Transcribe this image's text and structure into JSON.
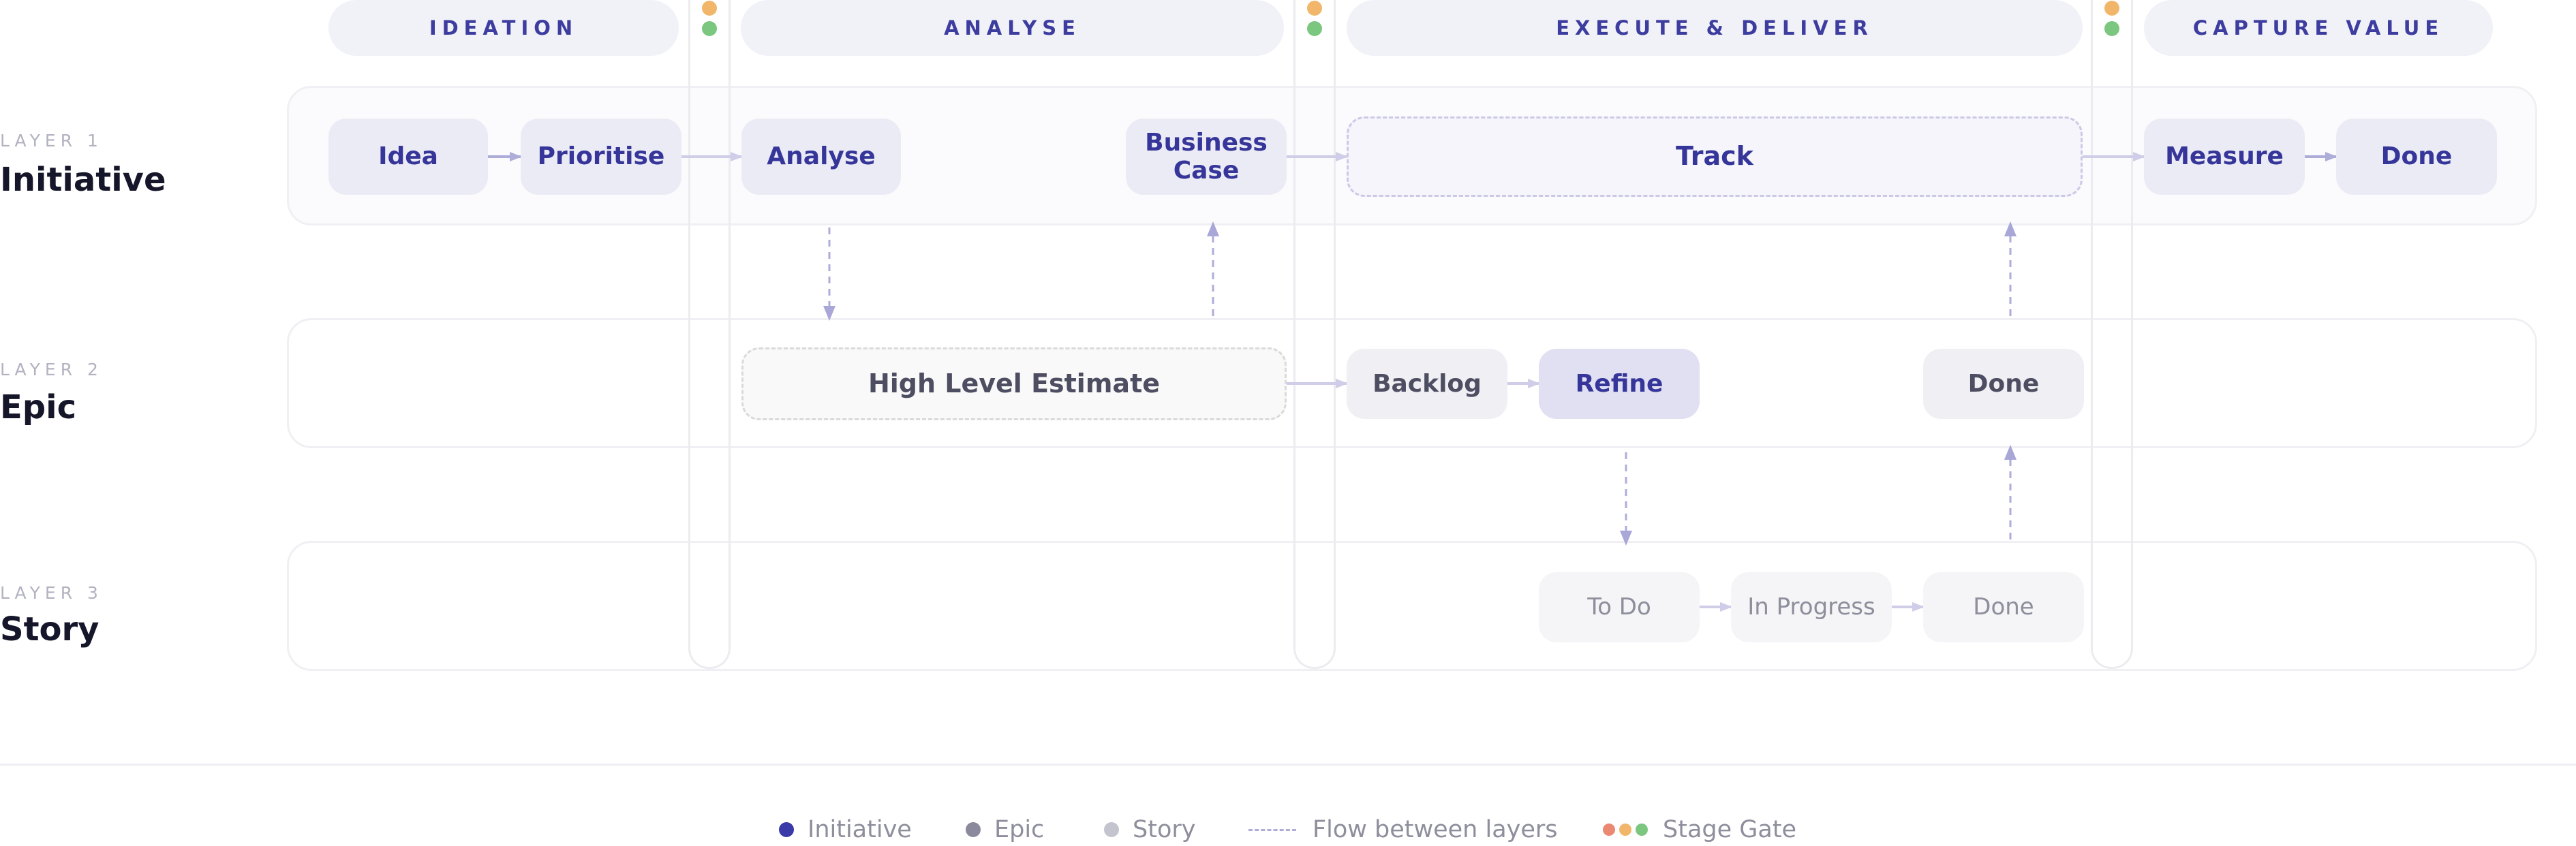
{
  "phases": {
    "ideation": "IDEATION",
    "analyse": "ANALYSE",
    "execute": "EXECUTE & DELIVER",
    "capture": "CAPTURE VALUE"
  },
  "layers": {
    "l1": {
      "tag": "LAYER 1",
      "name": "Initiative"
    },
    "l2": {
      "tag": "LAYER 2",
      "name": "Epic"
    },
    "l3": {
      "tag": "LAYER 3",
      "name": "Story"
    }
  },
  "nodes": {
    "idea": "Idea",
    "prioritise": "Prioritise",
    "analyse": "Analyse",
    "business_case": "Business Case",
    "track": "Track",
    "measure": "Measure",
    "done_initiative": "Done",
    "high_level_estimate": "High Level Estimate",
    "backlog": "Backlog",
    "refine": "Refine",
    "done_epic": "Done",
    "todo": "To Do",
    "in_progress": "In Progress",
    "done_story": "Done"
  },
  "legend": {
    "initiative": "Initiative",
    "epic": "Epic",
    "story": "Story",
    "flow": "Flow between layers",
    "gate": "Stage Gate"
  },
  "colors": {
    "initiative": "#3a3aa8",
    "epic": "#8a8a9c",
    "story": "#c4c4cf",
    "gate_orange": "#f1b66a",
    "gate_green": "#7cc77f",
    "gate_red": "#ea8872",
    "arrow": "#b9b7de"
  }
}
